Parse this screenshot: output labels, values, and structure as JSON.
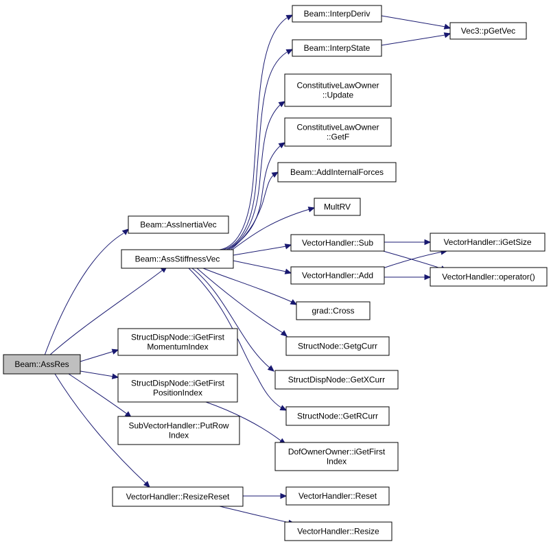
{
  "nodes": {
    "ass_res": [
      "Beam::AssRes"
    ],
    "ass_inertia_vec": [
      "Beam::AssInertiaVec"
    ],
    "ass_stiffness_vec": [
      "Beam::AssStiffnessVec"
    ],
    "interp_deriv": [
      "Beam::InterpDeriv"
    ],
    "interp_state": [
      "Beam::InterpState"
    ],
    "p_get_vec": [
      "Vec3::pGetVec"
    ],
    "clo_update": [
      "ConstitutiveLawOwner",
      "::Update"
    ],
    "clo_getf": [
      "ConstitutiveLawOwner",
      "::GetF"
    ],
    "add_internal_forces": [
      "Beam::AddInternalForces"
    ],
    "mult_rv": [
      "MultRV"
    ],
    "vh_sub": [
      "VectorHandler::Sub"
    ],
    "vh_add": [
      "VectorHandler::Add"
    ],
    "vh_iget_size": [
      "VectorHandler::iGetSize"
    ],
    "vh_operator": [
      "VectorHandler::operator()"
    ],
    "grad_cross": [
      "grad::Cross"
    ],
    "sn_get_gcurr": [
      "StructNode::GetgCurr"
    ],
    "sdn_get_xcurr": [
      "StructDispNode::GetXCurr"
    ],
    "sn_get_rcurr": [
      "StructNode::GetRCurr"
    ],
    "sdn_momentum": [
      "StructDispNode::iGetFirst",
      "MomentumIndex"
    ],
    "sdn_position": [
      "StructDispNode::iGetFirst",
      "PositionIndex"
    ],
    "svh_put_row": [
      "SubVectorHandler::PutRow",
      "Index"
    ],
    "doo_first_index": [
      "DofOwnerOwner::iGetFirst",
      "Index"
    ],
    "vh_resize_reset": [
      "VectorHandler::ResizeReset"
    ],
    "vh_reset": [
      "VectorHandler::Reset"
    ],
    "vh_resize": [
      "VectorHandler::Resize"
    ]
  },
  "colors": {
    "edge": "#191970",
    "root_fill": "#bfbfbf",
    "node_fill": "#ffffff",
    "node_stroke": "#000000"
  }
}
